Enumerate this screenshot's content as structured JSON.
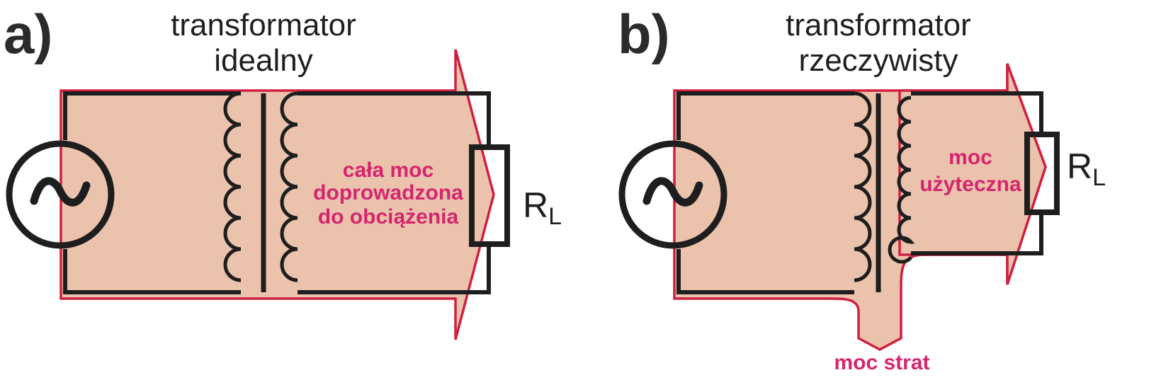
{
  "panel_a": {
    "label": "a)",
    "title_line1": "transformator",
    "title_line2": "idealny",
    "flow_text": [
      "cała moc",
      "doprowadzona",
      "do obciążenia"
    ],
    "load_label": "R",
    "load_subscript": "L"
  },
  "panel_b": {
    "label": "b)",
    "title_line1": "transformator",
    "title_line2": "rzeczywisty",
    "flow_text": [
      "moc",
      "użyteczna"
    ],
    "loss_text": "moc strat",
    "load_label": "R",
    "load_subscript": "L"
  },
  "colors": {
    "power_fill": "#ebc3ad",
    "power_outline": "#d01f3f",
    "annotation_text": "#d6256e",
    "circuit": "#1e1e1e"
  },
  "icons": {
    "source": "ac-source-icon",
    "load": "resistor-icon"
  }
}
